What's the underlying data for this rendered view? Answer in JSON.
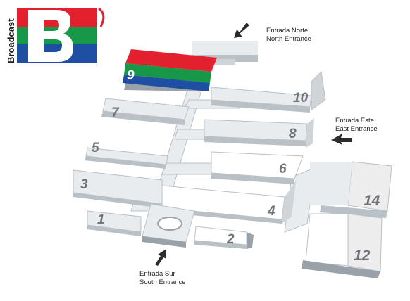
{
  "brand": {
    "vertical_text": "Broadcast",
    "letter": "B",
    "colors": {
      "red": "#e3202e",
      "green": "#169848",
      "blue": "#1f4fa3"
    }
  },
  "halls": {
    "h1": "1",
    "h2": "2",
    "h3": "3",
    "h4": "4",
    "h5": "5",
    "h6": "6",
    "h7": "7",
    "h8": "8",
    "h9": "9",
    "h10": "10",
    "h12": "12",
    "h14": "14"
  },
  "entrances": {
    "north": {
      "line1": "Entrada Norte",
      "line2": "North Entrance"
    },
    "east": {
      "line1": "Entrada Este",
      "line2": "East Entrance"
    },
    "south": {
      "line1": "Entrada Sur",
      "line2": "South Entrance"
    }
  },
  "colors": {
    "building_top": "#e9ecef",
    "building_front": "#b9c0c6",
    "building_side": "#9aa2a9",
    "hall_label": "#6e7379",
    "arrow": "#2b2b2b"
  },
  "icons": {
    "entrance_arrow": "arrow-icon"
  }
}
